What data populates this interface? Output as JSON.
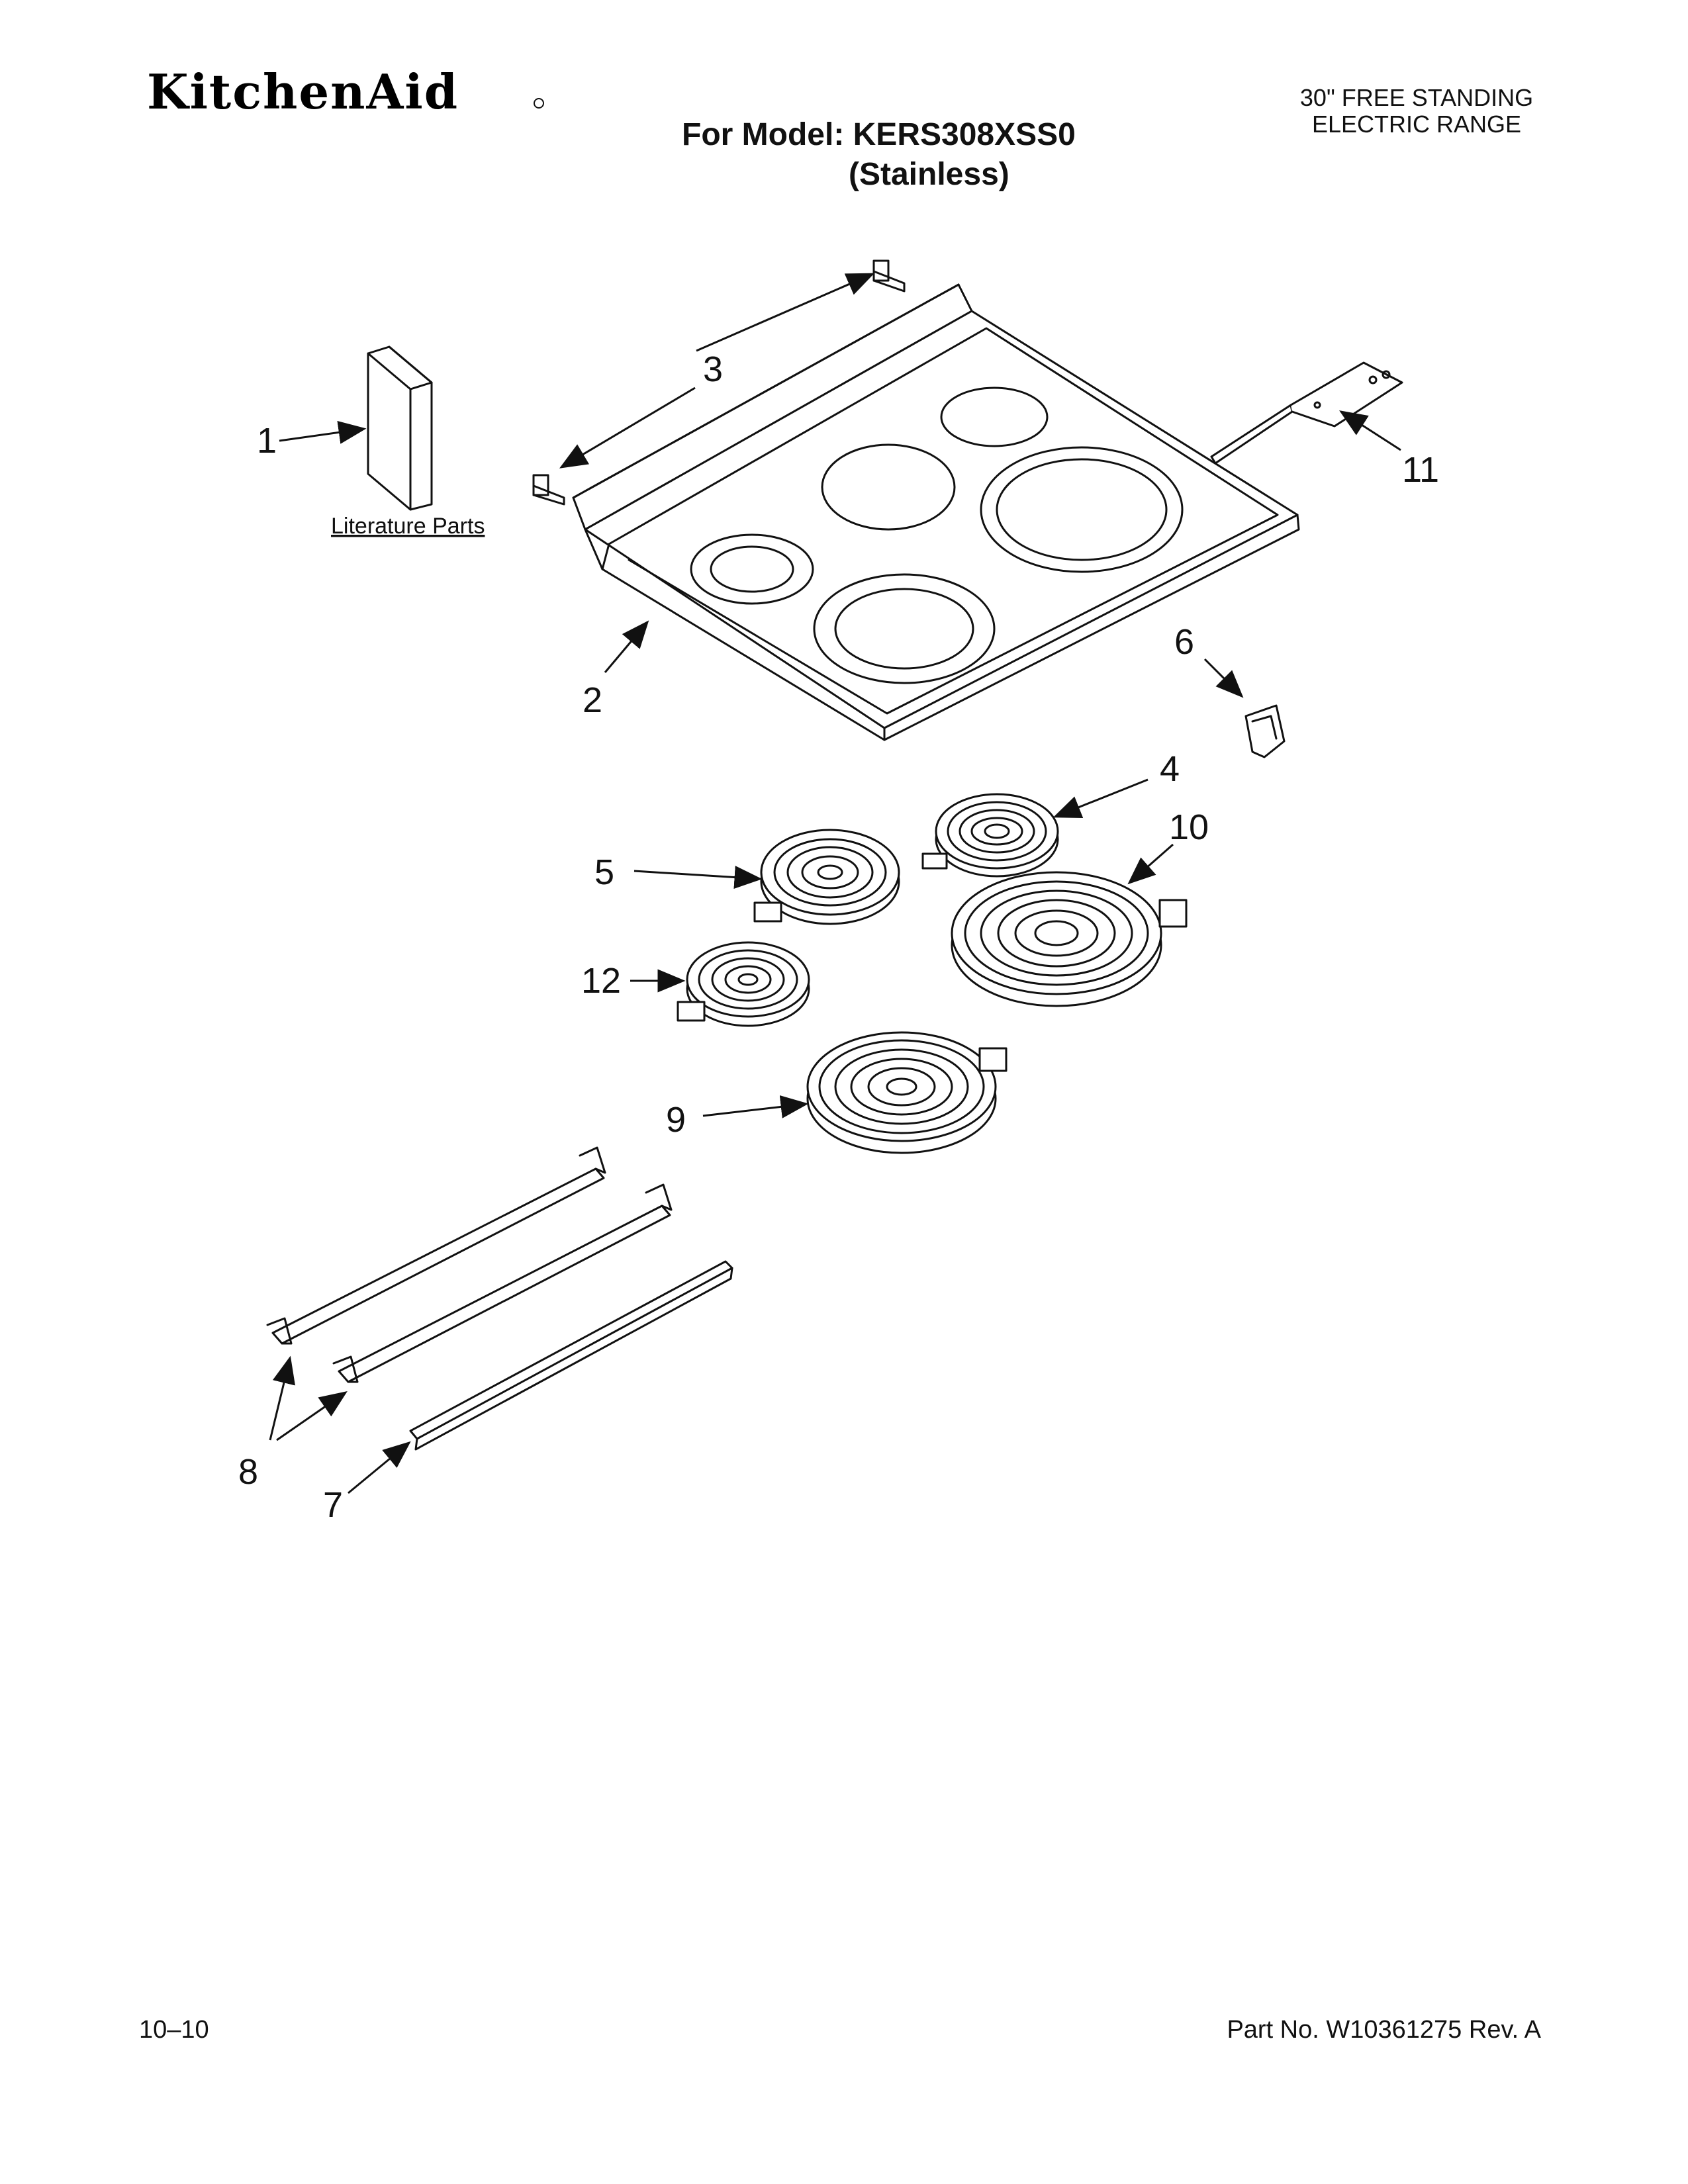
{
  "header": {
    "brand": "KitchenAid",
    "model_line": "For Model: KERS308XSS0",
    "finish": "(Stainless)",
    "product_type_line1": "30\" FREE STANDING",
    "product_type_line2": "ELECTRIC RANGE"
  },
  "diagram": {
    "literature_label": "Literature Parts",
    "callouts": [
      "1",
      "2",
      "3",
      "4",
      "5",
      "6",
      "7",
      "8",
      "9",
      "10",
      "11",
      "12"
    ]
  },
  "footer": {
    "date": "10–10",
    "part_number": "Part No. W10361275 Rev. A"
  }
}
